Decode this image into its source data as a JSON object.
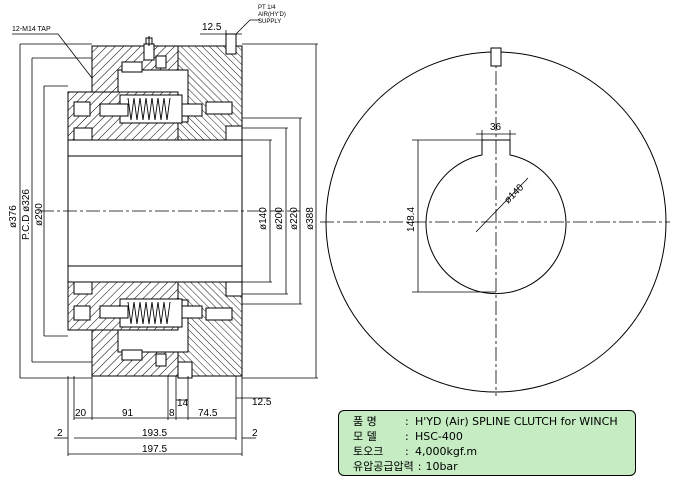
{
  "callouts": {
    "tap": "12-M14 TAP",
    "port_line1": "PT 1/4",
    "port_line2": "AIR(HY'D)",
    "port_line3": "SUPPLY"
  },
  "dims": {
    "top_12_5": "12.5",
    "d376": "ø376",
    "pcd326": "P.C.D ø326",
    "d290": "ø290",
    "d140": "ø140",
    "d200": "ø200",
    "d220": "ø220",
    "d388": "ø388",
    "b20": "20",
    "b91": "91",
    "b8": "8",
    "b14": "14",
    "b74_5": "74.5",
    "b12_5": "12.5",
    "b2_left": "2",
    "b2_right": "2",
    "b193_5": "193.5",
    "b197_5": "197.5",
    "key36": "36",
    "bore140": "ø140",
    "h148_4": "148.4"
  },
  "spec": {
    "rows": [
      {
        "key": "품   명",
        "value": "H'YD (Air) SPLINE CLUTCH for WINCH"
      },
      {
        "key": "모   델",
        "value": "HSC-400"
      },
      {
        "key": "토오크",
        "value": "4,000kgf.m"
      },
      {
        "key": "유압공급압력",
        "value": "10bar"
      }
    ]
  }
}
